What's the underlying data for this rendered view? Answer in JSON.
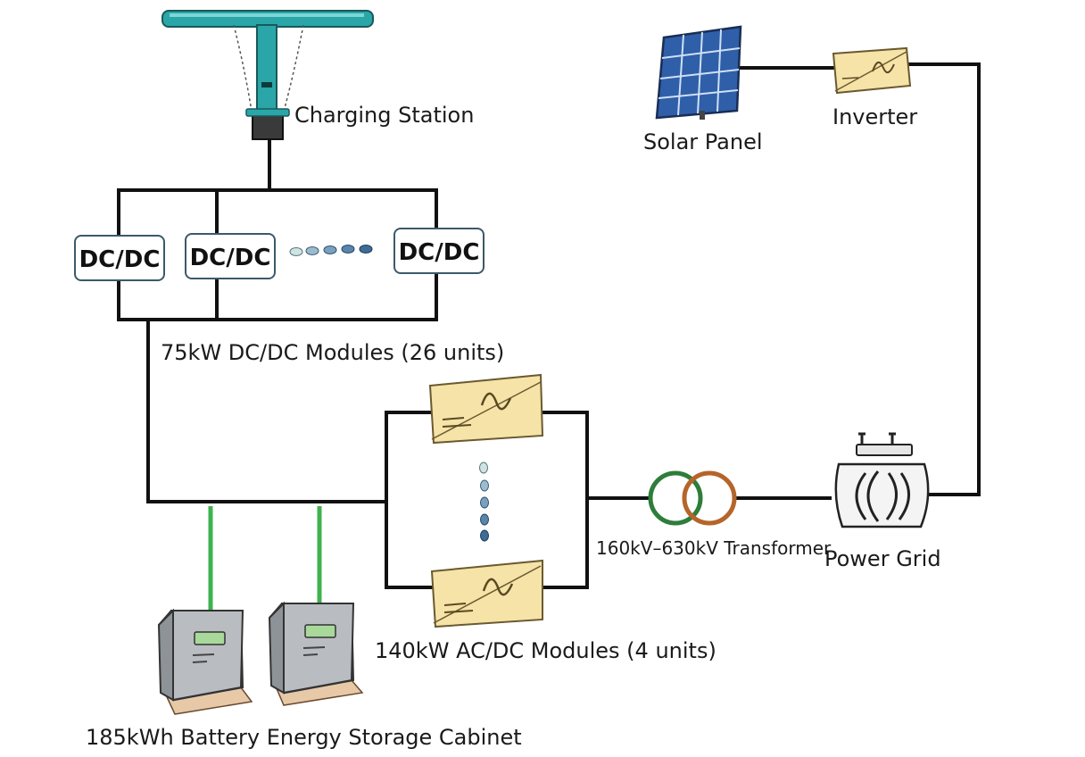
{
  "labels": {
    "charging_station": "Charging Station",
    "solar_panel": "Solar Panel",
    "inverter": "Inverter",
    "dcdc_modules": "75kW DC/DC Modules (26 units)",
    "acdc_modules": "140kW AC/DC Modules (4 units)",
    "transformer": "160kV–630kV Transformer",
    "power_grid": "Power Grid",
    "battery": "185kWh Battery Energy Storage Cabinet"
  },
  "dcdc_boxes": [
    "DC/DC",
    "DC/DC",
    "DC/DC"
  ],
  "colors": {
    "wire": "#111111",
    "battery_link": "#3fb24f",
    "converter_fill": "#f6e3a8",
    "station_teal": "#2aa6a8",
    "transformer_coil_a": "#2e7d3a",
    "transformer_coil_b": "#b5652a"
  }
}
